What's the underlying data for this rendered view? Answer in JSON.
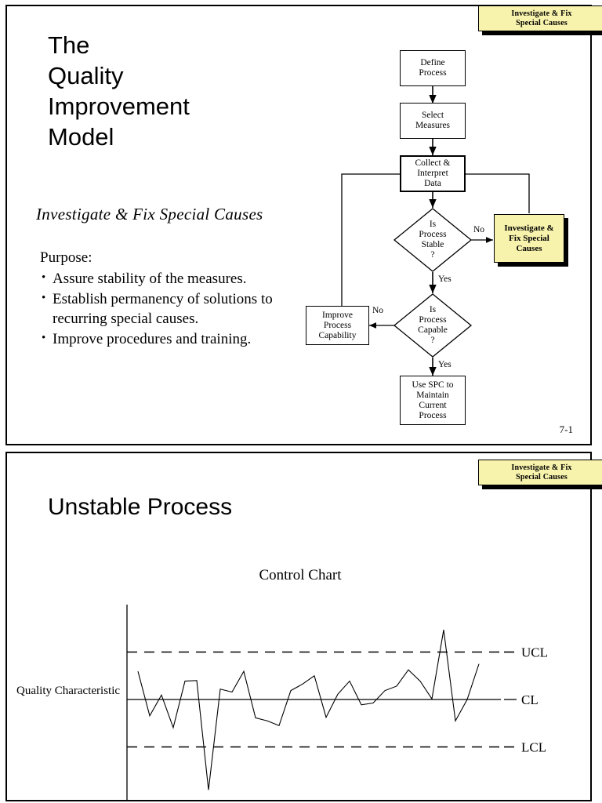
{
  "slide1": {
    "banner": "Investigate & Fix\nSpecial Causes",
    "banner_line1": "Investigate & Fix",
    "banner_line2": "Special Causes",
    "title": "The Quality Improvement Model",
    "title_lines": [
      "The",
      "Quality",
      "Improvement",
      "Model"
    ],
    "subtitle": "Investigate & Fix Special Causes",
    "purpose_heading": "Purpose:",
    "bullets": [
      "Assure stability of the measures.",
      "Establish permanency of solutions to recurring special causes.",
      "Improve procedures and training."
    ],
    "page_number": "7-1",
    "flowchart": {
      "nodes": [
        {
          "id": "define",
          "label": "Define\nProcess",
          "lines": [
            "Define",
            "Process"
          ],
          "shape": "rect"
        },
        {
          "id": "select",
          "label": "Select\nMeasures",
          "lines": [
            "Select",
            "Measures"
          ],
          "shape": "rect"
        },
        {
          "id": "collect",
          "label": "Collect &\nInterpret\nData",
          "lines": [
            "Collect &",
            "Interpret",
            "Data"
          ],
          "shape": "rect-bold"
        },
        {
          "id": "stable",
          "label": "Is\nProcess\nStable\n?",
          "lines": [
            "Is",
            "Process",
            "Stable",
            "?"
          ],
          "shape": "diamond"
        },
        {
          "id": "investigate",
          "label": "Investigate &\nFix Special\nCauses",
          "lines": [
            "Investigate &",
            "Fix Special",
            "Causes"
          ],
          "shape": "rect-yellow"
        },
        {
          "id": "capable",
          "label": "Is\nProcess\nCapable\n?",
          "lines": [
            "Is",
            "Process",
            "Capable",
            "?"
          ],
          "shape": "diamond"
        },
        {
          "id": "improve",
          "label": "Improve\nProcess\nCapability",
          "lines": [
            "Improve",
            "Process",
            "Capability"
          ],
          "shape": "rect"
        },
        {
          "id": "usespc",
          "label": "Use SPC to\nMaintain\nCurrent\nProcess",
          "lines": [
            "Use SPC to",
            "Maintain",
            "Current",
            "Process"
          ],
          "shape": "rect"
        }
      ],
      "edge_labels": {
        "stable_no": "No",
        "stable_yes": "Yes",
        "capable_no": "No",
        "capable_yes": "Yes"
      }
    }
  },
  "slide2": {
    "banner_line1": "Investigate & Fix",
    "banner_line2": "Special Causes",
    "title": "Unstable Process",
    "chart_data": {
      "type": "line",
      "title": "Control Chart",
      "xlabel": "",
      "ylabel": "Quality Characteristic",
      "ylim": [
        -3.2,
        3.2
      ],
      "grid": false,
      "legend": "none",
      "annotations": [
        "UCL",
        "CL",
        "LCL"
      ],
      "reference_lines": [
        {
          "name": "UCL",
          "value": 1.6,
          "style": "dashed"
        },
        {
          "name": "CL",
          "value": 0.0,
          "style": "solid"
        },
        {
          "name": "LCL",
          "value": -1.6,
          "style": "dashed"
        }
      ],
      "series": [
        {
          "name": "Quality Characteristic",
          "values": [
            0.95,
            -0.55,
            0.15,
            -0.95,
            0.62,
            0.64,
            -3.05,
            0.35,
            0.25,
            0.95,
            -0.62,
            -0.72,
            -0.88,
            0.3,
            0.52,
            0.8,
            -0.6,
            0.18,
            0.62,
            -0.18,
            -0.12,
            0.3,
            0.45,
            1.0,
            0.62,
            0.02,
            2.35,
            -0.72,
            0.0,
            1.2
          ]
        }
      ]
    }
  }
}
